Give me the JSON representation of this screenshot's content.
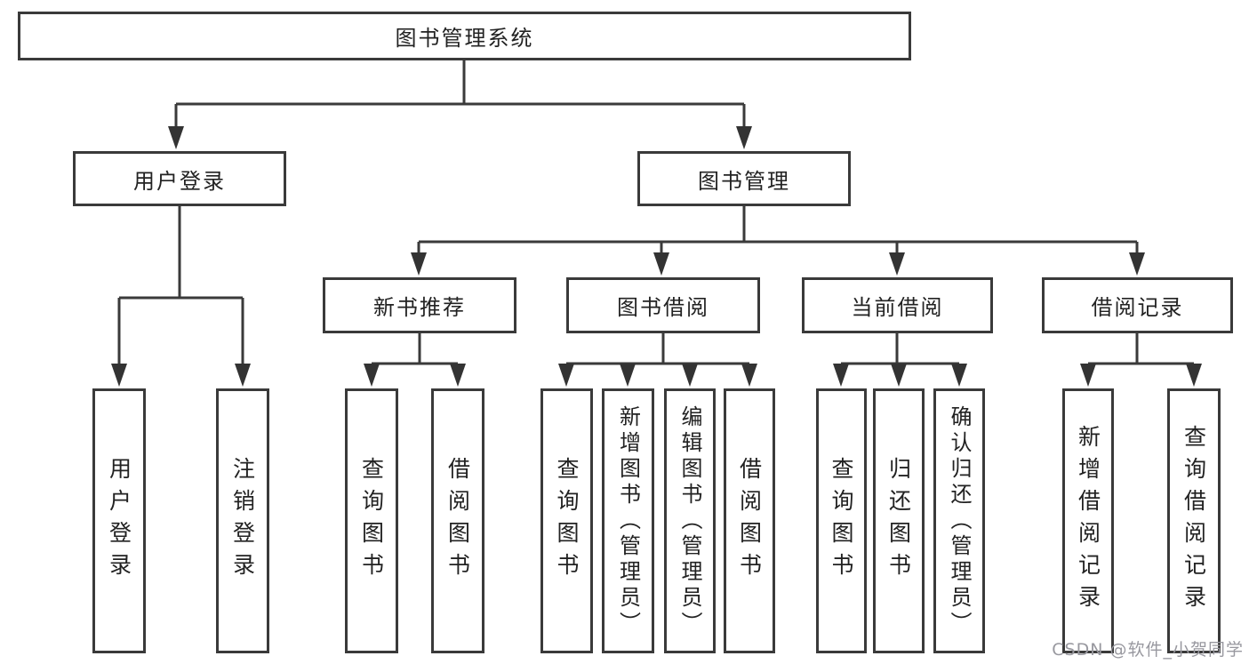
{
  "diagram": {
    "root": "图书管理系统",
    "level1": {
      "user_login": "用户登录",
      "book_management": "图书管理"
    },
    "level2": {
      "new_books": "新书推荐",
      "book_borrow": "图书借阅",
      "current_borrow": "当前借阅",
      "borrow_records": "借阅记录"
    },
    "leaves": [
      "用户登录",
      "注销登录",
      "查询图书",
      "借阅图书",
      "查询图书",
      "新增图书（管理员）",
      "编辑图书（管理员）",
      "借阅图书",
      "查询图书",
      "归还图书",
      "确认归还（管理员）",
      "新增借阅记录",
      "查询借阅记录"
    ]
  },
  "watermark": {
    "text": "CSDN @软件_小贺同学"
  },
  "colors": {
    "line": "#3a3a3a",
    "box_border": "#3a3a3a",
    "text": "#222222",
    "watermark": "#98989f",
    "background": "#ffffff"
  }
}
